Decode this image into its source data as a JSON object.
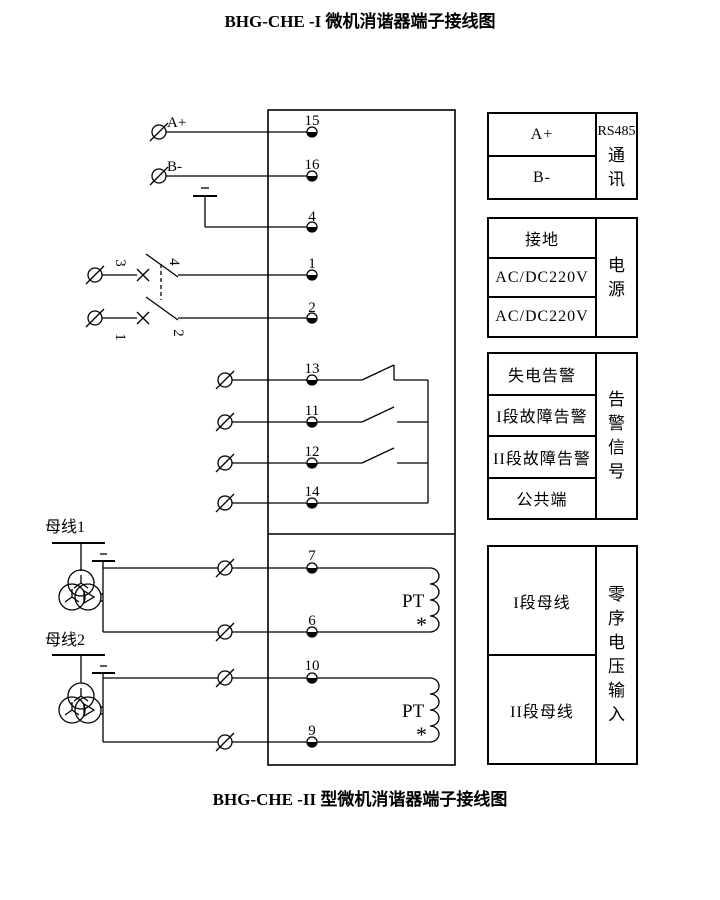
{
  "titles": {
    "top": "BHG-CHE -I 微机消谐器端子接线图",
    "bottom": "BHG-CHE -II 型微机消谐器端子接线图"
  },
  "colors": {
    "ink": "#000000",
    "background": "#ffffff"
  },
  "left_labels": {
    "a_plus": "A+",
    "b_minus": "B-",
    "bus1": "母线1",
    "bus2": "母线2"
  },
  "switch_labels": {
    "top_left": "3",
    "top_right": "4",
    "bottom_left": "1",
    "bottom_right": "2"
  },
  "pt": {
    "pt1_label": "PT",
    "pt1_polarity": "*",
    "pt2_label": "PT",
    "pt2_polarity": "*"
  },
  "terminals": [
    "15",
    "16",
    "4",
    "1",
    "2",
    "13",
    "11",
    "12",
    "14",
    "7",
    "6",
    "10",
    "9"
  ],
  "tables": {
    "rs485": {
      "rows": [
        "A+",
        "B-"
      ],
      "side": [
        "RS485",
        "通",
        "讯"
      ]
    },
    "power": {
      "rows": [
        "接地",
        "AC/DC220V",
        "AC/DC220V"
      ],
      "side": [
        "电",
        "源"
      ]
    },
    "alarm": {
      "rows": [
        "失电告警",
        "I段故障告警",
        "II段故障告警",
        "公共端"
      ],
      "side": [
        "告",
        "警",
        "信",
        "号"
      ]
    },
    "voltage": {
      "rows": [
        "I段母线",
        "II段母线"
      ],
      "side": [
        "零",
        "序",
        "电",
        "压",
        "输",
        "入"
      ]
    }
  }
}
